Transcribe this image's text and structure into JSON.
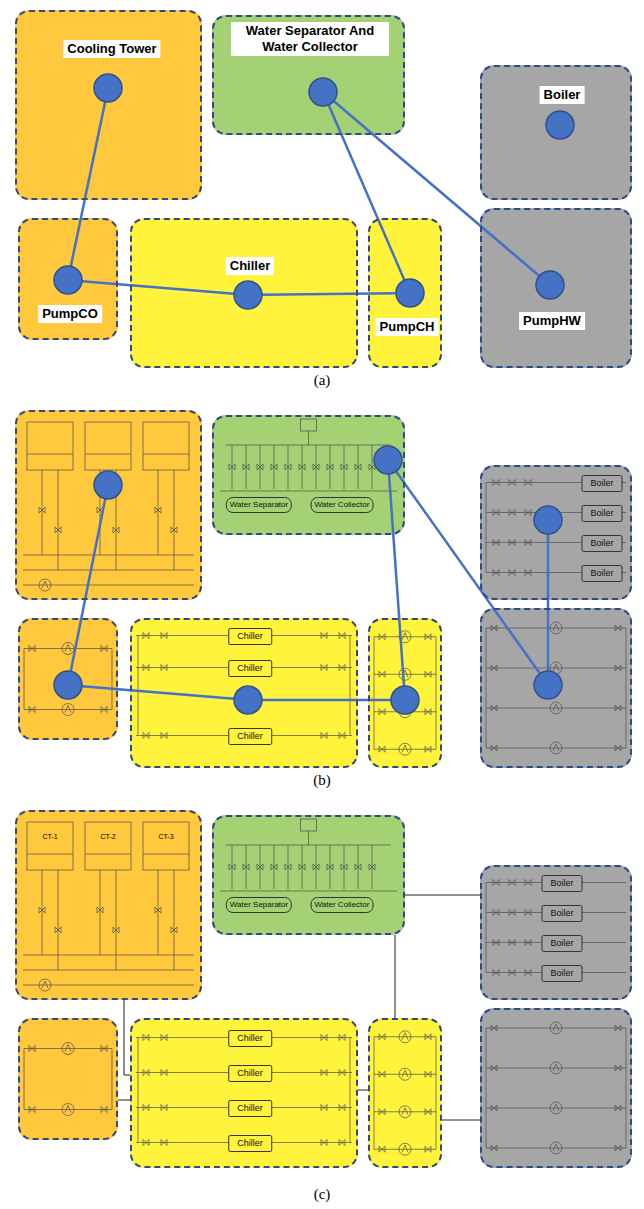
{
  "diagram": {
    "nodes": [
      {
        "text": [
          "Cooling Tower"
        ]
      },
      {
        "text": [
          "Water Separator And Water Collector"
        ]
      },
      {
        "text": [
          "Boiler"
        ]
      },
      {
        "text": [
          "PumpCO"
        ]
      },
      {
        "text": [
          "Chiller"
        ]
      },
      {
        "text": [
          "PumpCH"
        ]
      },
      {
        "text": [
          "PumpHW"
        ]
      },
      {
        "text": []
      },
      {
        "text": []
      },
      {
        "text": []
      },
      {
        "text": []
      },
      {
        "text": []
      },
      {
        "text": []
      },
      {
        "text": []
      },
      {
        "text": [
          "Water Separator"
        ],
        "in": 8
      },
      {
        "text": [
          "Water Collector"
        ],
        "in": 8
      },
      {
        "text": [
          "Boiler"
        ],
        "in": 9
      },
      {
        "text": [
          "Boiler"
        ],
        "in": 9
      },
      {
        "text": [
          "Boiler"
        ],
        "in": 9
      },
      {
        "text": [
          "Boiler"
        ],
        "in": 9
      },
      {
        "text": [
          "Chiller"
        ],
        "in": 11
      },
      {
        "text": [
          "Chiller"
        ],
        "in": 11
      },
      {
        "text": [
          "Chiller"
        ],
        "in": 11
      },
      {
        "text": []
      },
      {
        "text": []
      },
      {
        "text": []
      },
      {
        "text": []
      },
      {
        "text": []
      },
      {
        "text": []
      },
      {
        "text": []
      },
      {
        "text": [
          "Water Separator"
        ],
        "in": 24
      },
      {
        "text": [
          "Water Collector"
        ],
        "in": 24
      },
      {
        "text": [
          "Boiler"
        ],
        "in": 25
      },
      {
        "text": [
          "Boiler"
        ],
        "in": 25
      },
      {
        "text": [
          "Boiler"
        ],
        "in": 25
      },
      {
        "text": [
          "Boiler"
        ],
        "in": 25
      },
      {
        "text": [
          "Chiller"
        ],
        "in": 27
      },
      {
        "text": [
          "Chiller"
        ],
        "in": 27
      },
      {
        "text": [
          "Chiller"
        ],
        "in": 27
      },
      {
        "text": [
          "Chiller"
        ],
        "in": 27
      }
    ],
    "edges": [
      {
        "from": 0,
        "to": 3,
        "arrow": "none"
      },
      {
        "from": 3,
        "to": 4,
        "arrow": "none"
      },
      {
        "from": 4,
        "to": 5,
        "arrow": "none"
      },
      {
        "from": 5,
        "to": 1,
        "arrow": "none"
      },
      {
        "from": 1,
        "to": 6,
        "arrow": "none"
      },
      {
        "from": 7,
        "to": 10,
        "arrow": "none"
      },
      {
        "from": 10,
        "to": 11,
        "arrow": "none"
      },
      {
        "from": 11,
        "to": 12,
        "arrow": "none"
      },
      {
        "from": 12,
        "to": 8,
        "arrow": "none"
      },
      {
        "from": 8,
        "to": 13,
        "arrow": "none"
      },
      {
        "from": 13,
        "to": 9,
        "arrow": "none"
      },
      {
        "from": 23,
        "to": 27,
        "arrow": "none"
      },
      {
        "from": 26,
        "to": 27,
        "arrow": "none"
      },
      {
        "from": 27,
        "to": 28,
        "arrow": "none"
      },
      {
        "from": 24,
        "to": 28,
        "arrow": "none"
      },
      {
        "from": 24,
        "to": 25,
        "arrow": "none"
      },
      {
        "from": 28,
        "to": 29,
        "arrow": "none"
      }
    ],
    "labels": [
      "(a)",
      "(b)",
      "(c)",
      "CT-1",
      "CT-2",
      "CT-3"
    ]
  }
}
